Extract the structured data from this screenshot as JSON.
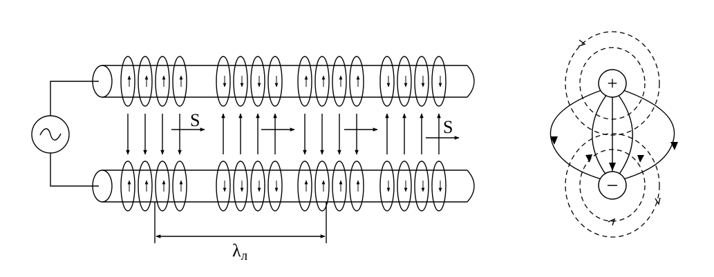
{
  "diagram": {
    "poynting_label": "S",
    "wavelength_label": "λ",
    "wavelength_subscript": "л",
    "plus_charge": "+",
    "minus_charge": "−",
    "source_symbol": "~",
    "field_direction_per_group": [
      "down",
      "up",
      "down",
      "up"
    ],
    "colors": {
      "ink": "#000000",
      "background": "#ffffff"
    }
  }
}
